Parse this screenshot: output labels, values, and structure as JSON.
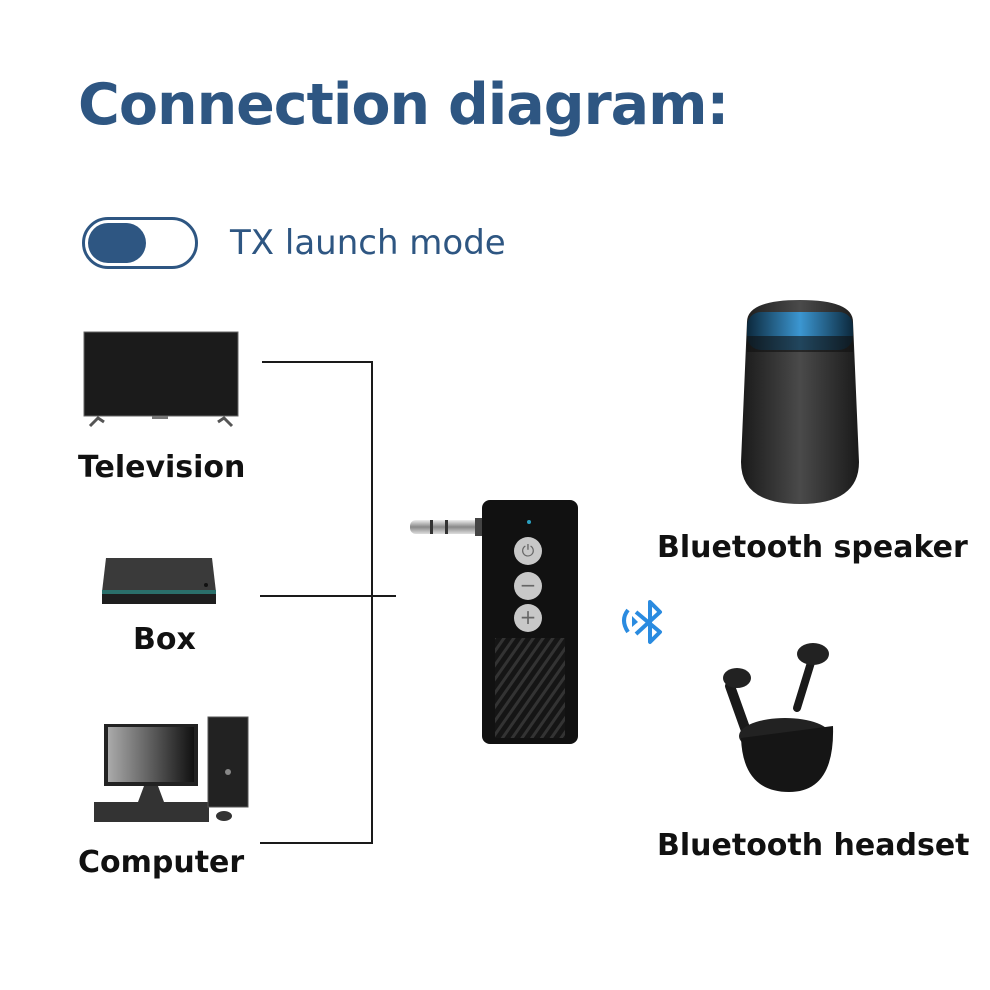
{
  "title": "Connection diagram:",
  "mode": {
    "label": "TX launch mode",
    "toggle_on": true,
    "color": "#2e5682"
  },
  "sources": [
    {
      "label": "Television",
      "icon": "television-icon"
    },
    {
      "label": "Box",
      "icon": "set-top-box-icon"
    },
    {
      "label": "Computer",
      "icon": "desktop-computer-icon"
    }
  ],
  "device": {
    "name": "bluetooth-transmitter",
    "buttons": [
      "power",
      "minus",
      "plus"
    ]
  },
  "bluetooth_icon_color": "#2a8be0",
  "targets": [
    {
      "label": "Bluetooth speaker",
      "icon": "speaker-icon"
    },
    {
      "label": "Bluetooth headset",
      "icon": "earbuds-icon"
    }
  ]
}
